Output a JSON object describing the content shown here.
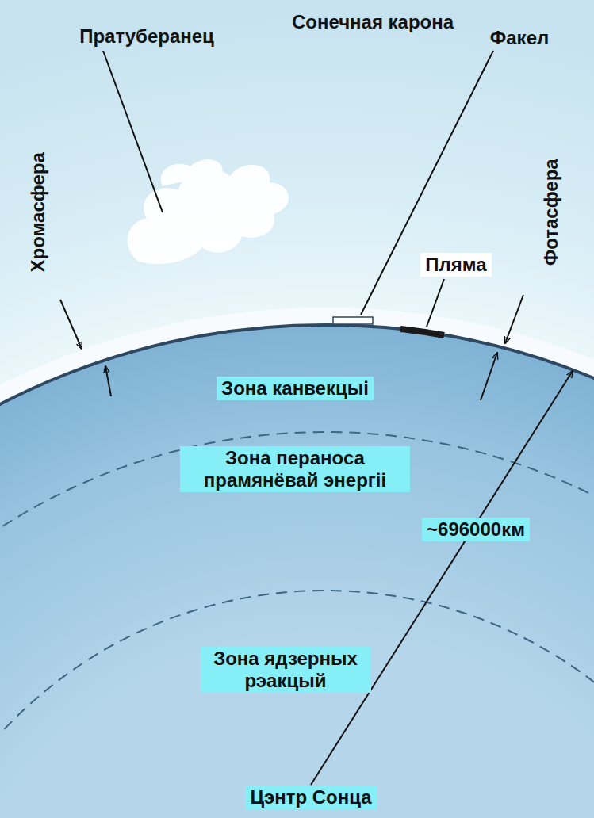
{
  "diagram": {
    "labels": [
      "Сонечная карона",
      "Пратуберанец",
      "Факел",
      "Хромасфера",
      "Фотасфера",
      "Пляма",
      "Зона канвекцыі",
      "Зона пераноса прамянёвай энергіі",
      "~696000км",
      "Зона ядзерных рэакцый",
      "Цэнтр Сонца"
    ]
  }
}
